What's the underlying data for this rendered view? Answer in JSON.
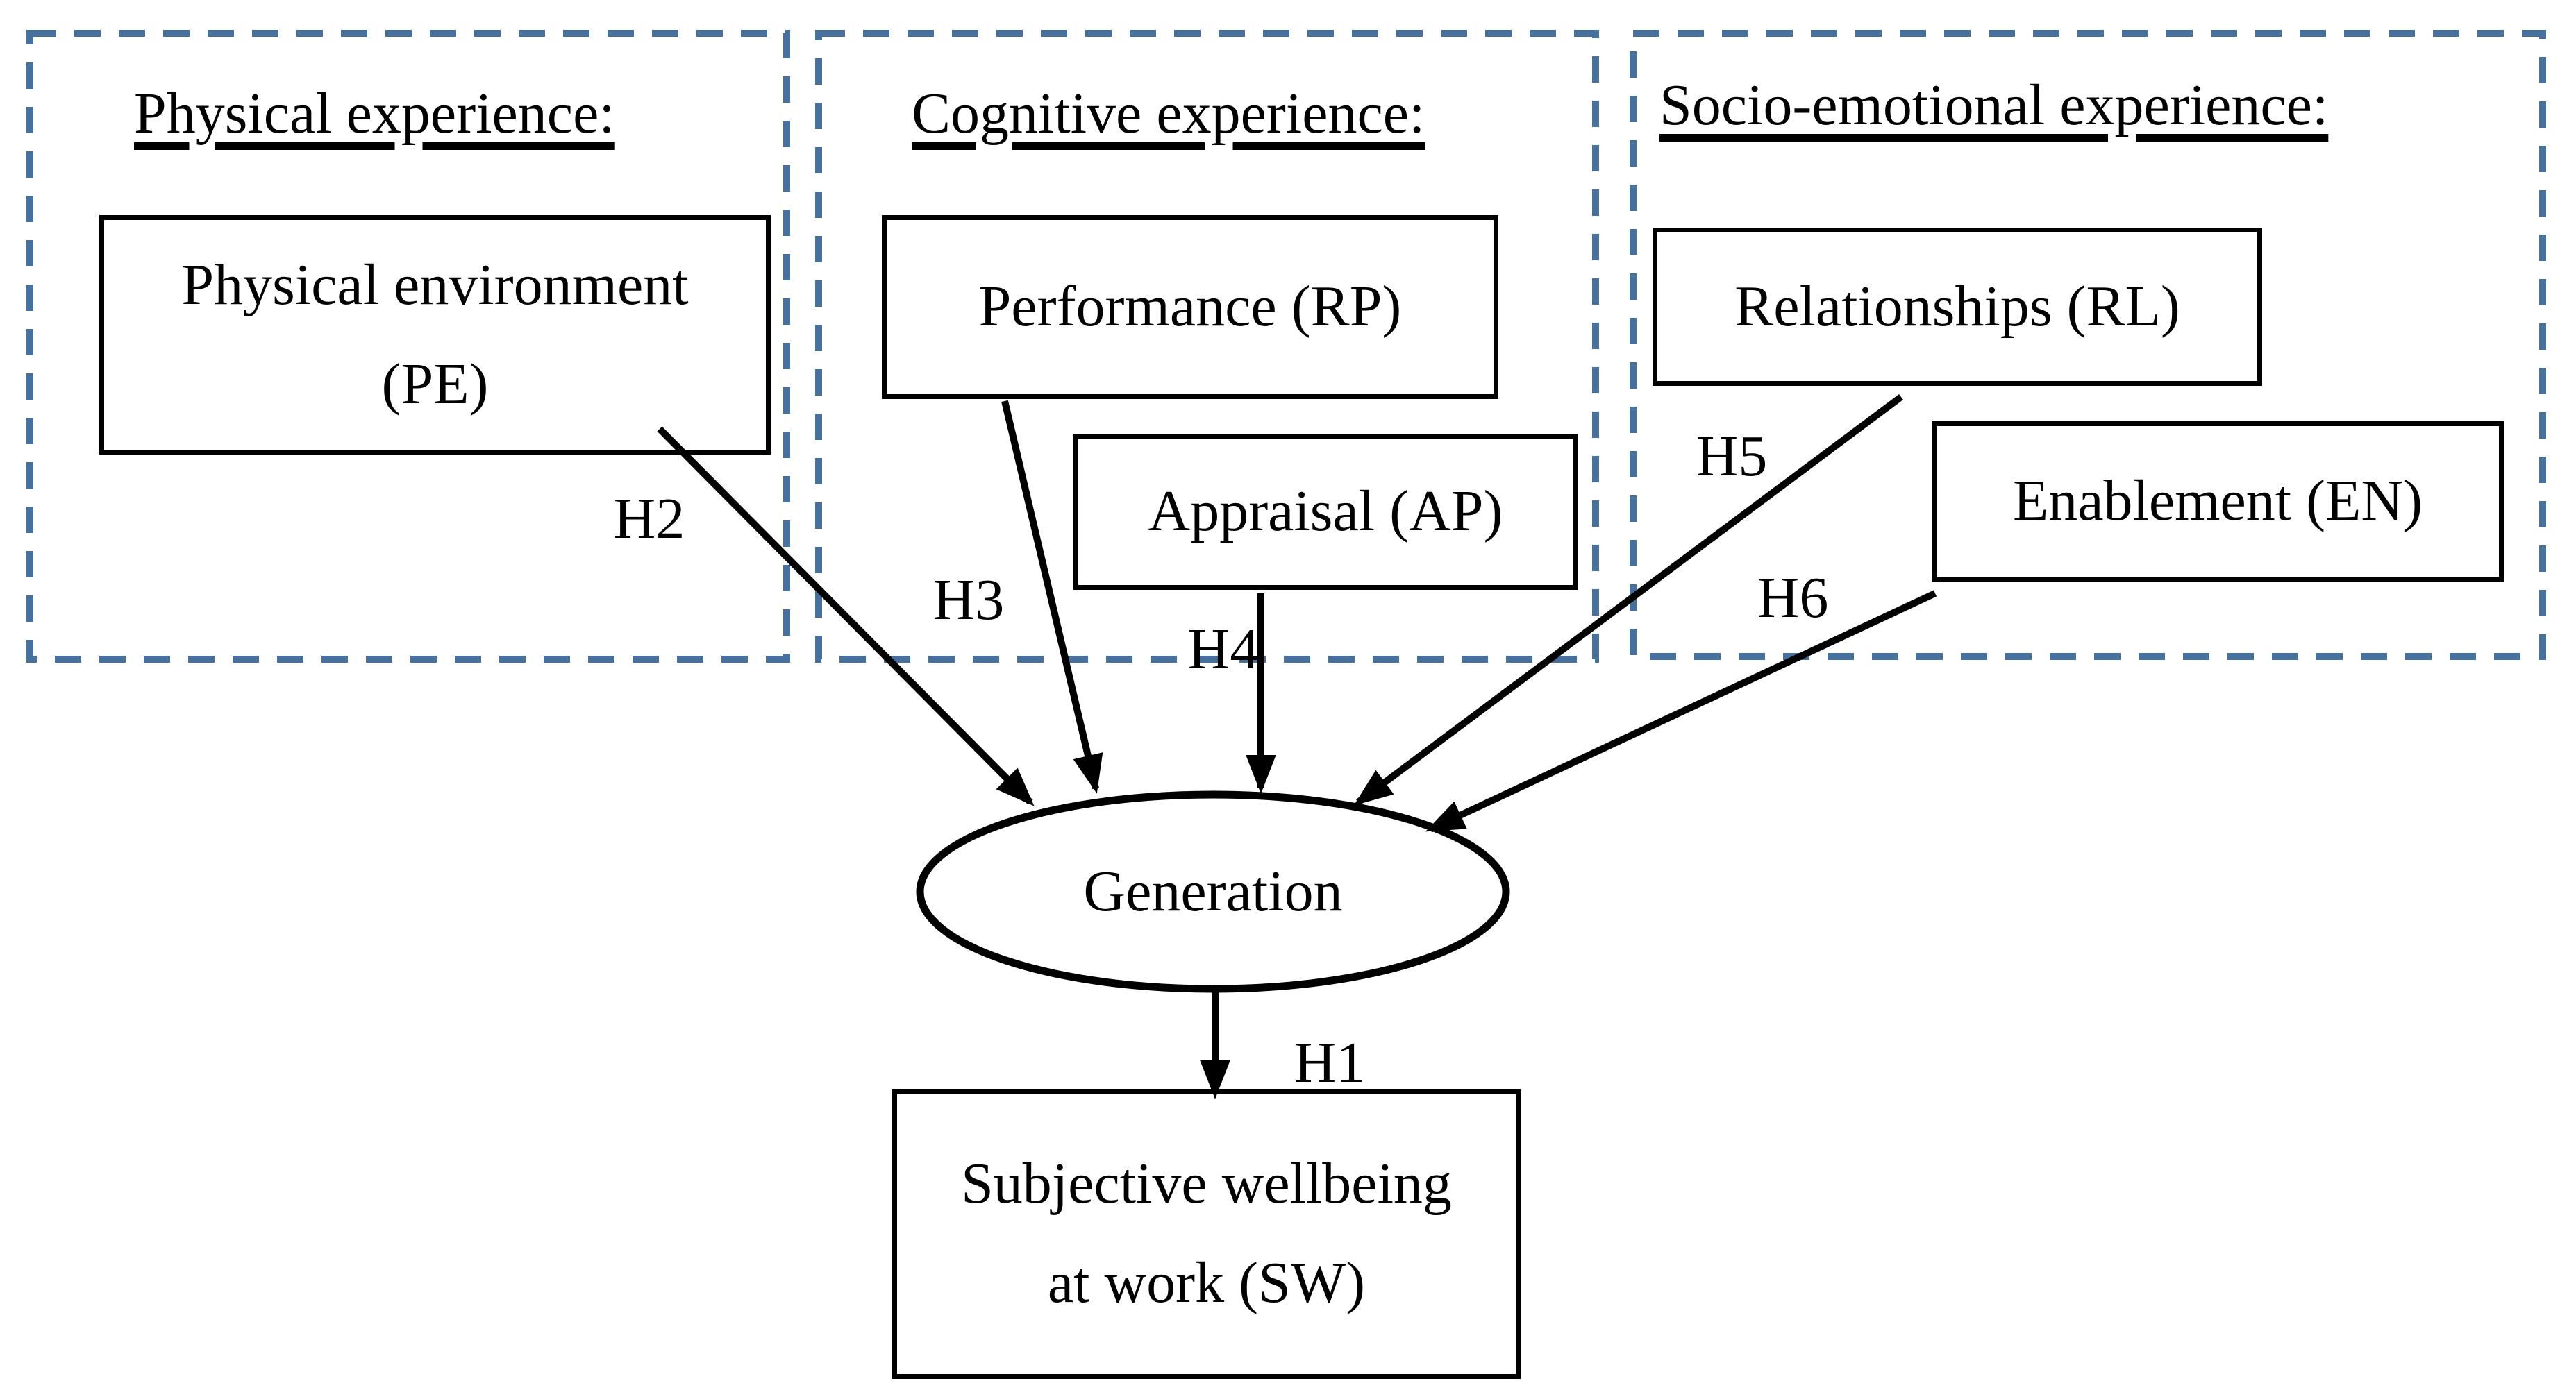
{
  "panels": [
    {
      "heading": "Physical experience:"
    },
    {
      "heading": "Cognitive experience:"
    },
    {
      "heading": "Socio-emotional experience:"
    }
  ],
  "nodes": {
    "physical_environment": {
      "line1": "Physical environment",
      "line2": "(PE)"
    },
    "performance": {
      "label": "Performance (RP)"
    },
    "appraisal": {
      "label": "Appraisal (AP)"
    },
    "relationships": {
      "label": "Relationships (RL)"
    },
    "enablement": {
      "label": "Enablement (EN)"
    },
    "generation": {
      "label": "Generation"
    },
    "subjective_wellbeing": {
      "line1": "Subjective wellbeing",
      "line2": "at work (SW)"
    }
  },
  "hypotheses": {
    "h1": "H1",
    "h2": "H2",
    "h3": "H3",
    "h4": "H4",
    "h5": "H5",
    "h6": "H6"
  },
  "edges": [
    {
      "label": "H2",
      "from": "Physical environment (PE)",
      "to": "Generation"
    },
    {
      "label": "H3",
      "from": "Performance (RP)",
      "to": "Generation"
    },
    {
      "label": "H4",
      "from": "Appraisal (AP)",
      "to": "Generation"
    },
    {
      "label": "H5",
      "from": "Relationships (RL)",
      "to": "Generation"
    },
    {
      "label": "H6",
      "from": "Enablement (EN)",
      "to": "Generation"
    },
    {
      "label": "H1",
      "from": "Generation",
      "to": "Subjective wellbeing at work (SW)"
    }
  ],
  "colors": {
    "panel_border": "#46719E",
    "shape_line": "#000000",
    "text": "#000000",
    "background": "#FFFFFF"
  }
}
